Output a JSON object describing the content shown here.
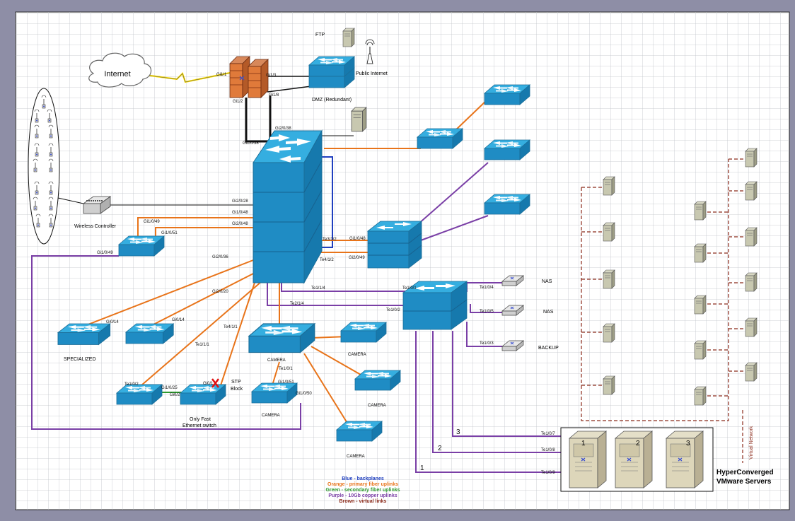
{
  "colors": {
    "backplane": "#1f3fbf",
    "fiber_primary": "#e8741a",
    "fiber_secondary": "#2e9a2e",
    "copper_10gb": "#7a3fa6",
    "virtual": "#8b2a1a",
    "switch_top": "#34a9d8",
    "switch_side": "#1e86b8"
  },
  "labels": {
    "internet": "Internet",
    "ftp": "FTP",
    "public_internet": "Public Internet",
    "dmz": "DMZ (Redundant)",
    "wireless_controller": "Wireless Controller",
    "specialized": "SPECIALIZED",
    "only_fast_1": "Only Fast",
    "only_fast_2": "Ethernet switch",
    "stp_1": "STP",
    "stp_2": "Block",
    "camera": "CAMERA",
    "nas": "NAS",
    "backup": "BACKUP",
    "hc_1": "HyperConverged",
    "hc_2": "VMware Servers",
    "virtual_network": "Virtual Network",
    "server_nums": [
      "1",
      "2",
      "3"
    ]
  },
  "ports": {
    "gi1_1": "Gi1/1",
    "gi1_3": "Gi1/3",
    "gi1_8": "Gi1/8",
    "gi1_2": "Gi1/2",
    "gi2_0_38": "Gi2/0/38",
    "gi1_0_38": "Gi1/0/38",
    "gi2_0_28": "Gi2/0/28",
    "gi1_0_48": "Gi1/0/48",
    "gi2_0_48": "Gi2/0/48",
    "gi1_0_49": "Gi1/0/49",
    "gi1_0_51": "Gi1/0/51",
    "gi1_0_49b": "Gi1/0/49",
    "gi2_0_36": "Gi2/0/36",
    "gi2_0_20": "Gi2/0/20",
    "te3_1_2": "Te3/1/2",
    "gi1_0_48b": "Gi1/0/48",
    "te4_1_2": "Te4/1/2",
    "gi2_0_49": "Gi2/0/49",
    "te1_1_4": "Te1/1/4",
    "te2_1_4": "Te2/1/4",
    "te1_0_1": "Te1/0/1",
    "te1_0_2": "Te1/0/2",
    "te1_0_4": "Te1/0/4",
    "te1_0_5": "Te1/0/5",
    "te1_0_3": "Te1/0/3",
    "gi0_14a": "Gi0/14",
    "gi0_14b": "Gi0/14",
    "te4_1_1": "Te4/1/1",
    "te1_1_1": "Te1/1/1",
    "te1_0_2b": "Te1/0/2",
    "gi1_0_25": "Gi1/0/25",
    "gi0_2": "Gi0/2",
    "gi0_1": "Gi0/1",
    "te1_0_1b": "Te1/0/1",
    "gi1_0_51b": "Gi1/0/51",
    "gi1_0_50": "Gi1/0/50",
    "te1_0_7": "Te1/0/7",
    "te1_0_8": "Te1/0/8",
    "te1_0_9": "Te1/0/9",
    "n1": "1",
    "n2": "2",
    "n3": "3"
  },
  "legend": [
    {
      "text": "Blue - backplanes",
      "color": "#1f3fbf"
    },
    {
      "text": "Orange - primary fiber uplinks",
      "color": "#e8741a"
    },
    {
      "text": "Green - secondary fiber uplinks",
      "color": "#2e9a2e"
    },
    {
      "text": "Purple - 10Gb copper uplinks",
      "color": "#7a3fa6"
    },
    {
      "text": "Brown - virtual links",
      "color": "#8b2a1a"
    }
  ]
}
